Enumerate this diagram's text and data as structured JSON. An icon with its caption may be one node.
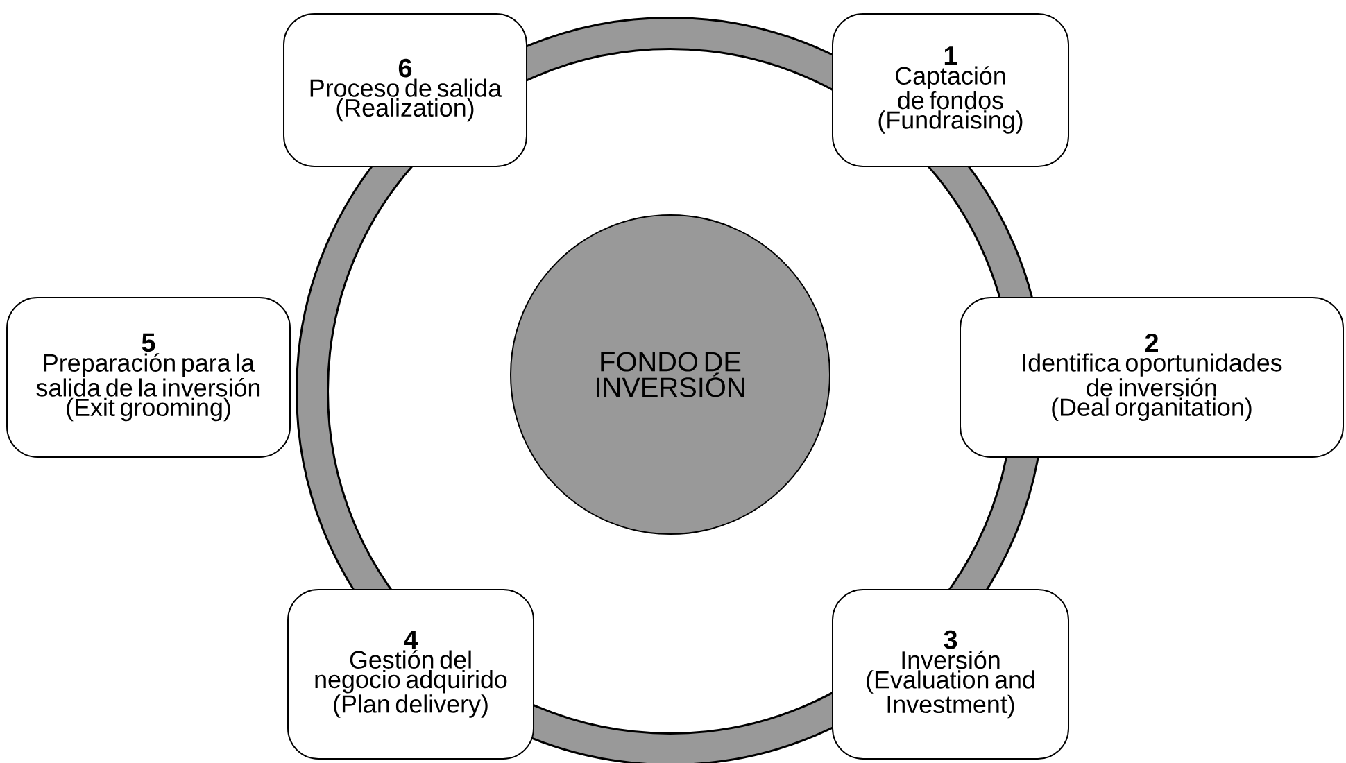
{
  "diagram": {
    "nodes": [
      {
        "text": [
          "6",
          "Proceso de salida",
          "(Realization)"
        ]
      },
      {
        "text": [
          "1",
          "Captación de fondos",
          "(Fundraising)"
        ]
      },
      {
        "text": [
          "5",
          "Preparación para la salida de la inversión",
          "(Exit grooming)"
        ]
      },
      {
        "text": [
          "FONDO DE INVERSIÓN"
        ]
      },
      {
        "text": [
          "2",
          "Identifica oportunidades de inversión",
          "(Deal organitation)"
        ]
      },
      {
        "text": [
          "4",
          "Gestión del negocio adquirido",
          "(Plan delivery)"
        ]
      },
      {
        "text": [
          "3",
          "Inversión",
          "(Evaluation and Investment)"
        ]
      }
    ]
  }
}
